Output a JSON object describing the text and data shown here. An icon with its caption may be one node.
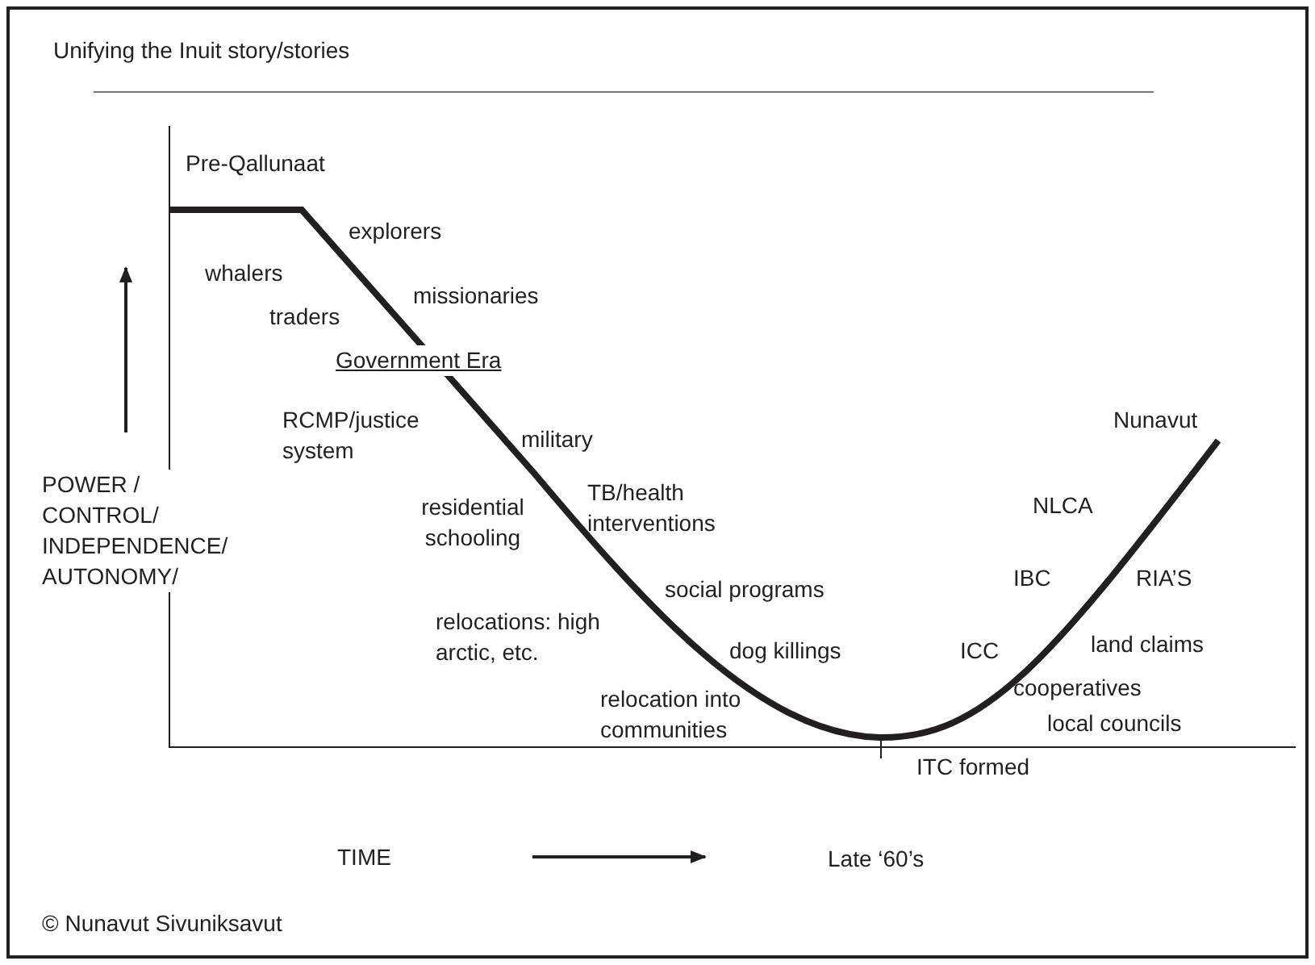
{
  "diagram": {
    "title": "Unifying the Inuit story/stories",
    "labels": [
      "Pre-Qallunaat",
      "explorers",
      "whalers",
      "missionaries",
      "traders",
      "Government Era",
      "RCMP/justice system",
      "military",
      "Nunavut",
      "POWER / CONTROL/ INDEPENDENCE/ AUTONOMY/",
      "residential schooling",
      "TB/health interventions",
      "NLCA",
      "social programs",
      "IBC",
      "RIA’S",
      "relocations: high arctic, etc.",
      "dog killings",
      "ICC",
      "land claims",
      "cooperatives",
      "local councils",
      "relocation into communities",
      "ITC formed",
      "TIME",
      "Late ‘60’s",
      "© Nunavut Sivuniksavut"
    ]
  }
}
